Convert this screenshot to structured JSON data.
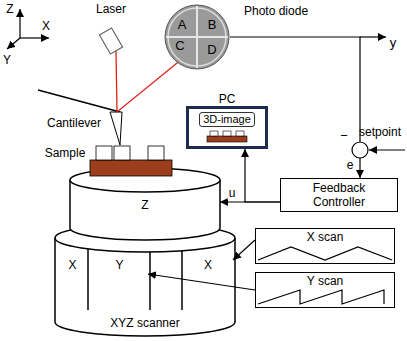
{
  "diagram": {
    "nodes": [
      {
        "text": [
          "Laser"
        ]
      },
      {
        "text": [
          "Photo diode"
        ]
      },
      {
        "text": [
          "PC",
          "3D-image"
        ]
      },
      {
        "text": [
          "Feedback Controller"
        ]
      },
      {
        "text": [
          "X scan"
        ]
      },
      {
        "text": [
          "Y scan"
        ]
      },
      {
        "text": [
          "Z"
        ]
      },
      {
        "text": [
          "XYZ scanner"
        ]
      },
      {
        "text": [
          "X"
        ],
        "in": 7
      },
      {
        "text": [
          "Y"
        ],
        "in": 7
      },
      {
        "text": [
          "X"
        ],
        "in": 7
      }
    ],
    "edges": [
      {
        "from": 1,
        "to": 3,
        "arrow": "to"
      },
      {
        "from": 3,
        "to": 6,
        "label": "u",
        "arrow": "to"
      },
      {
        "from": 3,
        "to": 2,
        "arrow": "to"
      },
      {
        "from": 4,
        "to": 10,
        "arrow": "to"
      },
      {
        "from": 5,
        "to": 9,
        "arrow": "to"
      }
    ],
    "labels": [
      "Z",
      "X",
      "Y",
      "A",
      "B",
      "C",
      "D",
      "y",
      "−",
      "setpoint",
      "e",
      "Cantilever",
      "Sample"
    ]
  }
}
